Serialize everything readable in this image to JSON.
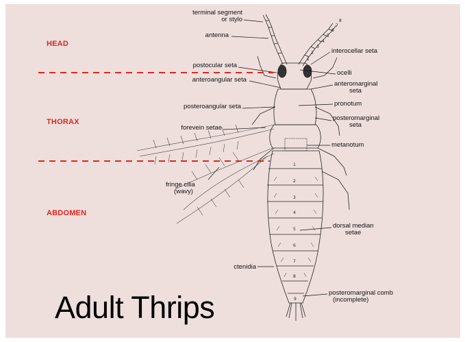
{
  "figure_title": "Adult Thrips",
  "body_regions": {
    "head": "HEAD",
    "thorax": "THORAX",
    "abdomen": "ABDOMEN"
  },
  "labels": {
    "terminal_segment_line1": "terminal segment",
    "terminal_segment_line2": "or stylo",
    "antenna": "antenna",
    "postocular_seta": "postocular seta",
    "anteroangular_seta": "anteroangular seta",
    "posteroangular_seta": "posteroangular seta",
    "forevein_setae": "forevein setae",
    "fringe_cilia_line1": "fringe cilia",
    "fringe_cilia_line2": "(wavy)",
    "ctenidia": "ctenidia",
    "interocellar_seta": "interocellar seta",
    "ocelli": "ocelli",
    "anteromarginal_line1": "anteromarginal",
    "anteromarginal_line2": "seta",
    "pronotum": "pronotum",
    "posteromarginal_seta_line1": "posteromarginal",
    "posteromarginal_seta_line2": "seta",
    "metanotum": "metanotum",
    "dorsal_median_line1": "dorsal median",
    "dorsal_median_line2": "setae",
    "posteromarginal_comb_line1": "posteromarginal comb",
    "posteromarginal_comb_line2": "(incomplete)"
  },
  "segment_numbers": [
    "1",
    "2",
    "3",
    "4",
    "5",
    "6",
    "7",
    "8",
    "9"
  ],
  "antenna_segments": [
    "1",
    "2",
    "3",
    "4",
    "5",
    "6",
    "7",
    "8"
  ],
  "colors": {
    "background": "#eedfdd",
    "region_label": "#e0251c",
    "divider": "#e0251c",
    "ink": "#111111"
  }
}
